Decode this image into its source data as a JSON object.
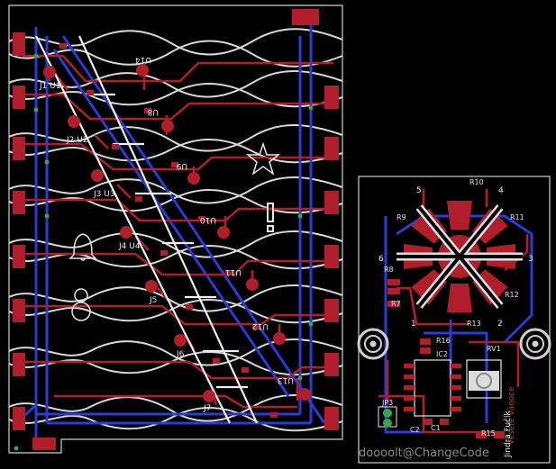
{
  "board": {
    "colors": {
      "background": "#000000",
      "outline": "#cfcfcf",
      "top_copper": "#b01e2c",
      "bottom_copper": "#2a3bd6",
      "silkscreen": "#e6e6e6",
      "via": "#2fa84f"
    },
    "left_labels": [
      {
        "id": "j1",
        "text": "J1 U1"
      },
      {
        "id": "j2",
        "text": "J2 U2"
      },
      {
        "id": "j3",
        "text": "J3 U3"
      },
      {
        "id": "j4",
        "text": "J4 U4"
      },
      {
        "id": "j5",
        "text": "J5"
      },
      {
        "id": "j6",
        "text": "J6"
      },
      {
        "id": "j7",
        "text": "J7"
      }
    ],
    "right_labels": [
      {
        "id": "u8",
        "text": "U8"
      },
      {
        "id": "u9",
        "text": "U9"
      },
      {
        "id": "u10",
        "text": "U10"
      },
      {
        "id": "u11",
        "text": "U11"
      },
      {
        "id": "u12",
        "text": "U12"
      },
      {
        "id": "u13",
        "text": "U13"
      },
      {
        "id": "u14",
        "text": "U14"
      }
    ],
    "small_board_labels": {
      "r10": "R10",
      "r9": "R9",
      "r11": "R11",
      "r8": "R8",
      "r7": "R7",
      "r12": "R12",
      "r13": "R13",
      "r16": "R16",
      "ic2": "IC2",
      "rv1": "RV1",
      "jp3": "JP3",
      "c2": "C2",
      "c1": "C1",
      "r15": "R15",
      "pin1": "1",
      "pin2": "2",
      "pin3": "3",
      "pin4": "4",
      "pin5": "5",
      "pin6": "6"
    },
    "signature": {
      "line1": "Veselé Vánoce",
      "line2": "Jindra Fučík"
    },
    "watermark": "doooolt@ChangeCode"
  }
}
